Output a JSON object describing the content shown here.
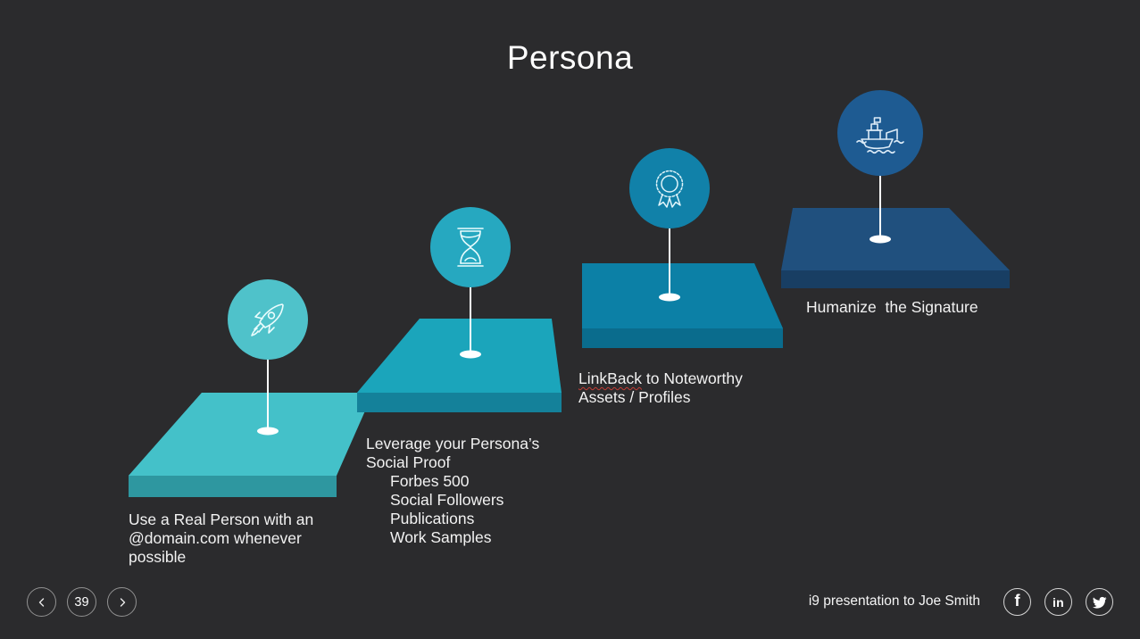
{
  "slide": {
    "title": "Persona",
    "steps": [
      {
        "icon": "rocket",
        "platform_color": "#44c1c9",
        "platform_front_color": "#2e97a0",
        "circle_color": "#4fc2ca",
        "lines": [
          "Use a Real Person with an",
          "@domain.com whenever",
          "possible"
        ]
      },
      {
        "icon": "hourglass",
        "platform_color": "#1ba5bb",
        "platform_front_color": "#14819a",
        "circle_color": "#26a8c0",
        "lines": [
          "Leverage your Persona’s",
          "Social Proof"
        ],
        "sub_items": [
          "Forbes 500",
          "Social Followers",
          "Publications",
          "Work Samples"
        ]
      },
      {
        "icon": "award-ribbon",
        "platform_color": "#0c80a6",
        "platform_front_color": "#0a6c8d",
        "circle_color": "#1181a9",
        "word_underlined": "LinkBack",
        "line1_rest": " to Noteworthy",
        "line2": "Assets / Profiles"
      },
      {
        "icon": "ship",
        "platform_color": "#20507e",
        "platform_front_color": "#183e63",
        "circle_color": "#1e5b92",
        "label": "Humanize  the Signature"
      }
    ]
  },
  "footer": {
    "page_number": "39",
    "caption": "i9 presentation to Joe Smith",
    "facebook_label": "f",
    "linkedin_label": "in",
    "social_icons": [
      "facebook",
      "linkedin",
      "twitter"
    ]
  },
  "colors": {
    "background": "#2b2b2d",
    "text": "#f2f2f2",
    "spellcheck_underline": "#c43c35"
  }
}
